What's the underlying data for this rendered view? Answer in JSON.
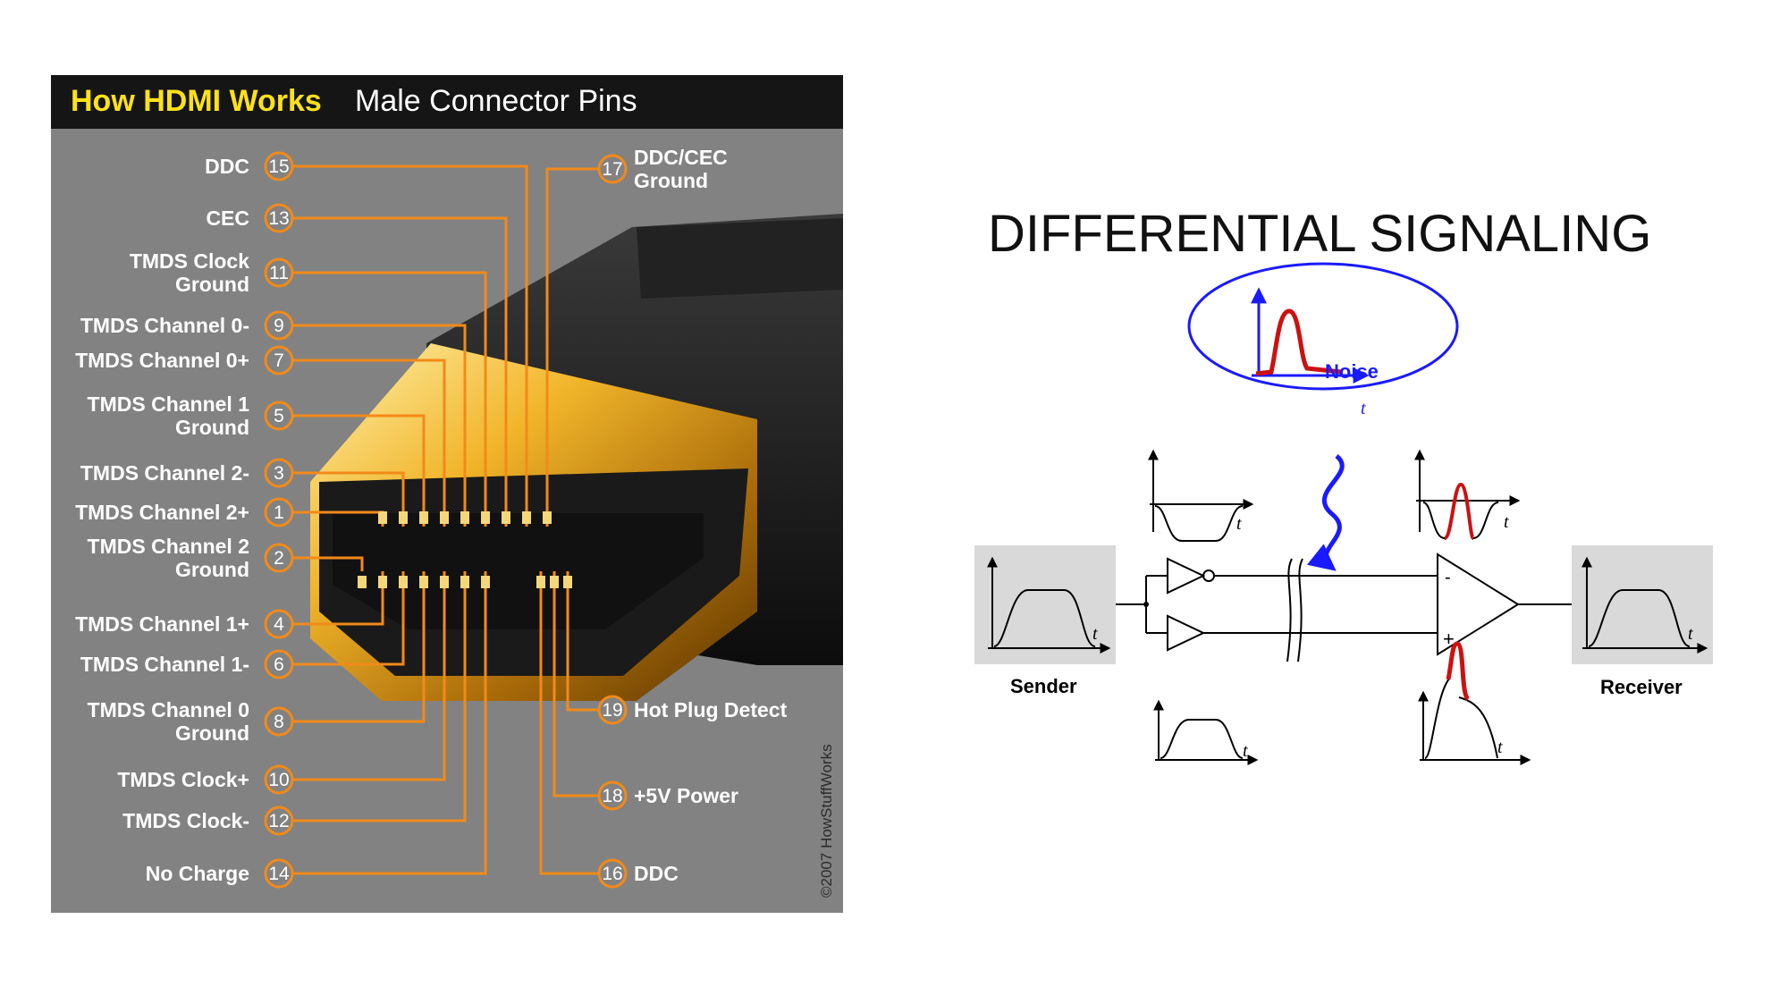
{
  "hdmi": {
    "title": "How HDMI Works",
    "subtitle": "Male Connector Pins",
    "copyright": "©2007 HowStuffWorks",
    "left_pins": [
      {
        "num": "15",
        "lines": [
          "DDC"
        ]
      },
      {
        "num": "13",
        "lines": [
          "CEC"
        ]
      },
      {
        "num": "11",
        "lines": [
          "TMDS Clock",
          "Ground"
        ]
      },
      {
        "num": "9",
        "lines": [
          "TMDS Channel 0-"
        ]
      },
      {
        "num": "7",
        "lines": [
          "TMDS Channel 0+"
        ]
      },
      {
        "num": "5",
        "lines": [
          "TMDS Channel 1",
          "Ground"
        ]
      },
      {
        "num": "3",
        "lines": [
          "TMDS Channel 2-"
        ]
      },
      {
        "num": "1",
        "lines": [
          "TMDS Channel 2+"
        ]
      },
      {
        "num": "2",
        "lines": [
          "TMDS Channel 2",
          "Ground"
        ]
      },
      {
        "num": "4",
        "lines": [
          "TMDS Channel 1+"
        ]
      },
      {
        "num": "6",
        "lines": [
          "TMDS Channel 1-"
        ]
      },
      {
        "num": "8",
        "lines": [
          "TMDS Channel 0",
          "Ground"
        ]
      },
      {
        "num": "10",
        "lines": [
          "TMDS Clock+"
        ]
      },
      {
        "num": "12",
        "lines": [
          "TMDS Clock-"
        ]
      },
      {
        "num": "14",
        "lines": [
          "No Charge"
        ]
      }
    ],
    "right_pins": [
      {
        "num": "17",
        "lines": [
          "DDC/CEC",
          "Ground"
        ]
      },
      {
        "num": "19",
        "lines": [
          "Hot Plug Detect"
        ]
      },
      {
        "num": "18",
        "lines": [
          "+5V Power"
        ]
      },
      {
        "num": "16",
        "lines": [
          "DDC"
        ]
      }
    ]
  },
  "differential": {
    "title": "DIFFERENTIAL SIGNALING",
    "noise_label": "Noise",
    "sender_label": "Sender",
    "receiver_label": "Receiver",
    "time_symbol": "t",
    "minus_symbol": "-",
    "plus_symbol": "+",
    "colors": {
      "noise": "#1a1aff",
      "spike": "#cc1111",
      "box": "#d9d9d9"
    }
  }
}
